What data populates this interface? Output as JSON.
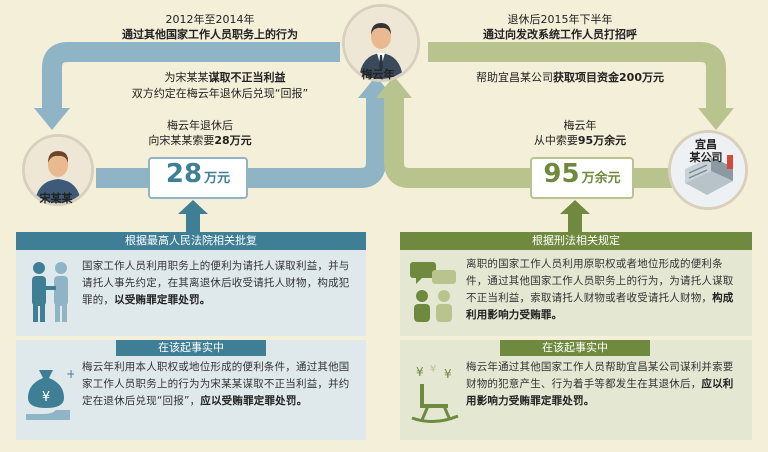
{
  "top_left": {
    "period": "2012年至2014年",
    "action": "通过其他国家工作人员职务上的行为"
  },
  "top_right": {
    "period": "退休后2015年下半年",
    "action": "通过向发改系统工作人员打招呼"
  },
  "mid_left": {
    "line1_pre": "为宋某某",
    "line1_bold": "谋取不正当利益",
    "line2": "双方约定在梅云年退休后兑现“回报”"
  },
  "mid_right": {
    "pre": "帮助宜昌某公司",
    "bold": "获取项目资金200万元"
  },
  "center_person": {
    "name": "梅云年"
  },
  "left_person": {
    "name": "宋某某"
  },
  "right_company": {
    "name_line1": "宜昌",
    "name_line2": "某公司"
  },
  "left_demand": {
    "line1": "梅云年退休后",
    "line2_pre": "向宋某某索要",
    "line2_bold": "28万元"
  },
  "right_demand": {
    "line1": "梅云年",
    "line2_pre": "从中索要",
    "line2_bold": "95万余元"
  },
  "left_amount": {
    "number": "28",
    "unit": "万元"
  },
  "right_amount": {
    "number": "95",
    "unit": "万余元"
  },
  "left_panel": {
    "header": "根据最高人民法院相关批复",
    "body_plain": "国家工作人员利用职务上的便利为请托人谋取利益，并与请托人事先约定，在其离退休后收受请托人财物，构成犯罪的，",
    "body_bold": "以受贿罪定罪处罚。",
    "sub_header": "在该起事实中",
    "sub_plain": "梅云年利用本人职权或地位形成的便利条件，通过其他国家工作人员职务上的行为为宋某某谋取不正当利益，并约定在退休后兑现“回报”，",
    "sub_bold": "应以受贿罪定罪处罚。"
  },
  "right_panel": {
    "header": "根据刑法相关规定",
    "body_plain": "离职的国家工作人员利用原职权或者地位形成的便利条件，通过其他国家工作人员职务上的行为，为请托人谋取不正当利益，索取请托人财物或者收受请托人财物，",
    "body_bold": "构成利用影响力受贿罪。",
    "sub_header": "在该起事实中",
    "sub_plain": "梅云年通过其他国家工作人员帮助宜昌某公司谋利并索要财物的犯意产生、行为着手等都发生在其退休后，",
    "sub_bold": "应以利用影响力受贿罪定罪处罚。"
  },
  "colors": {
    "left_blue": "#8fb4c6",
    "left_dark": "#3f7f96",
    "right_green": "#b9c38e",
    "right_dark": "#6f8a3e",
    "background": "#f4efd9"
  }
}
